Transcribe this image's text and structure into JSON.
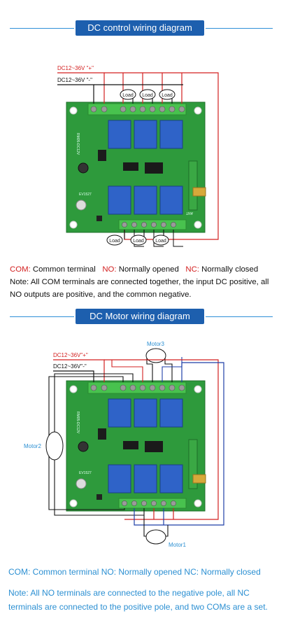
{
  "section1": {
    "title": "DC control wiring diagram",
    "dc_positive_label": "DC12~36V \"+\"",
    "dc_negative_label": "DC12~36V \"-\"",
    "load_labels": [
      "Load",
      "Load",
      "Load",
      "Load",
      "Load",
      "Load"
    ],
    "legend": {
      "com_label": "COM:",
      "com_text": " Common terminal",
      "no_label": "NO:",
      "no_text": " Normally opened",
      "nc_label": "NC:",
      "nc_text": " Normally closed"
    },
    "note": "Note: All COM terminals are connected together, the input DC positive, all NO outputs are positive, and the common negative."
  },
  "section2": {
    "title": "DC Motor wiring diagram",
    "dc_positive_label": "DC12~36V\"+\"",
    "dc_negative_label": "DC12~36V\"-\"",
    "motor1_label": "Motor1",
    "motor2_label": "Motor2",
    "motor3_label": "Motor3",
    "legend": "COM: Common terminal NO: Normally opened NC: Normally closed",
    "note": "Note: All NO terminals are connected to the negative pole, all NC terminals are connected to the positive pole, and two COMs are a set."
  },
  "board": {
    "model_text": "RM05-DC12V",
    "antenna_text": "ANT",
    "chip_text": "EV1527"
  },
  "colors": {
    "accent_blue": "#1d5fae",
    "line_blue": "#2f8fd8",
    "text_blue": "#2b8fd2",
    "wire_red": "#d32020",
    "wire_blue": "#1f3fa8",
    "pcb_green": "#2e9a3c",
    "relay_blue": "#2f63c8",
    "terminal_green": "#48c24e"
  }
}
